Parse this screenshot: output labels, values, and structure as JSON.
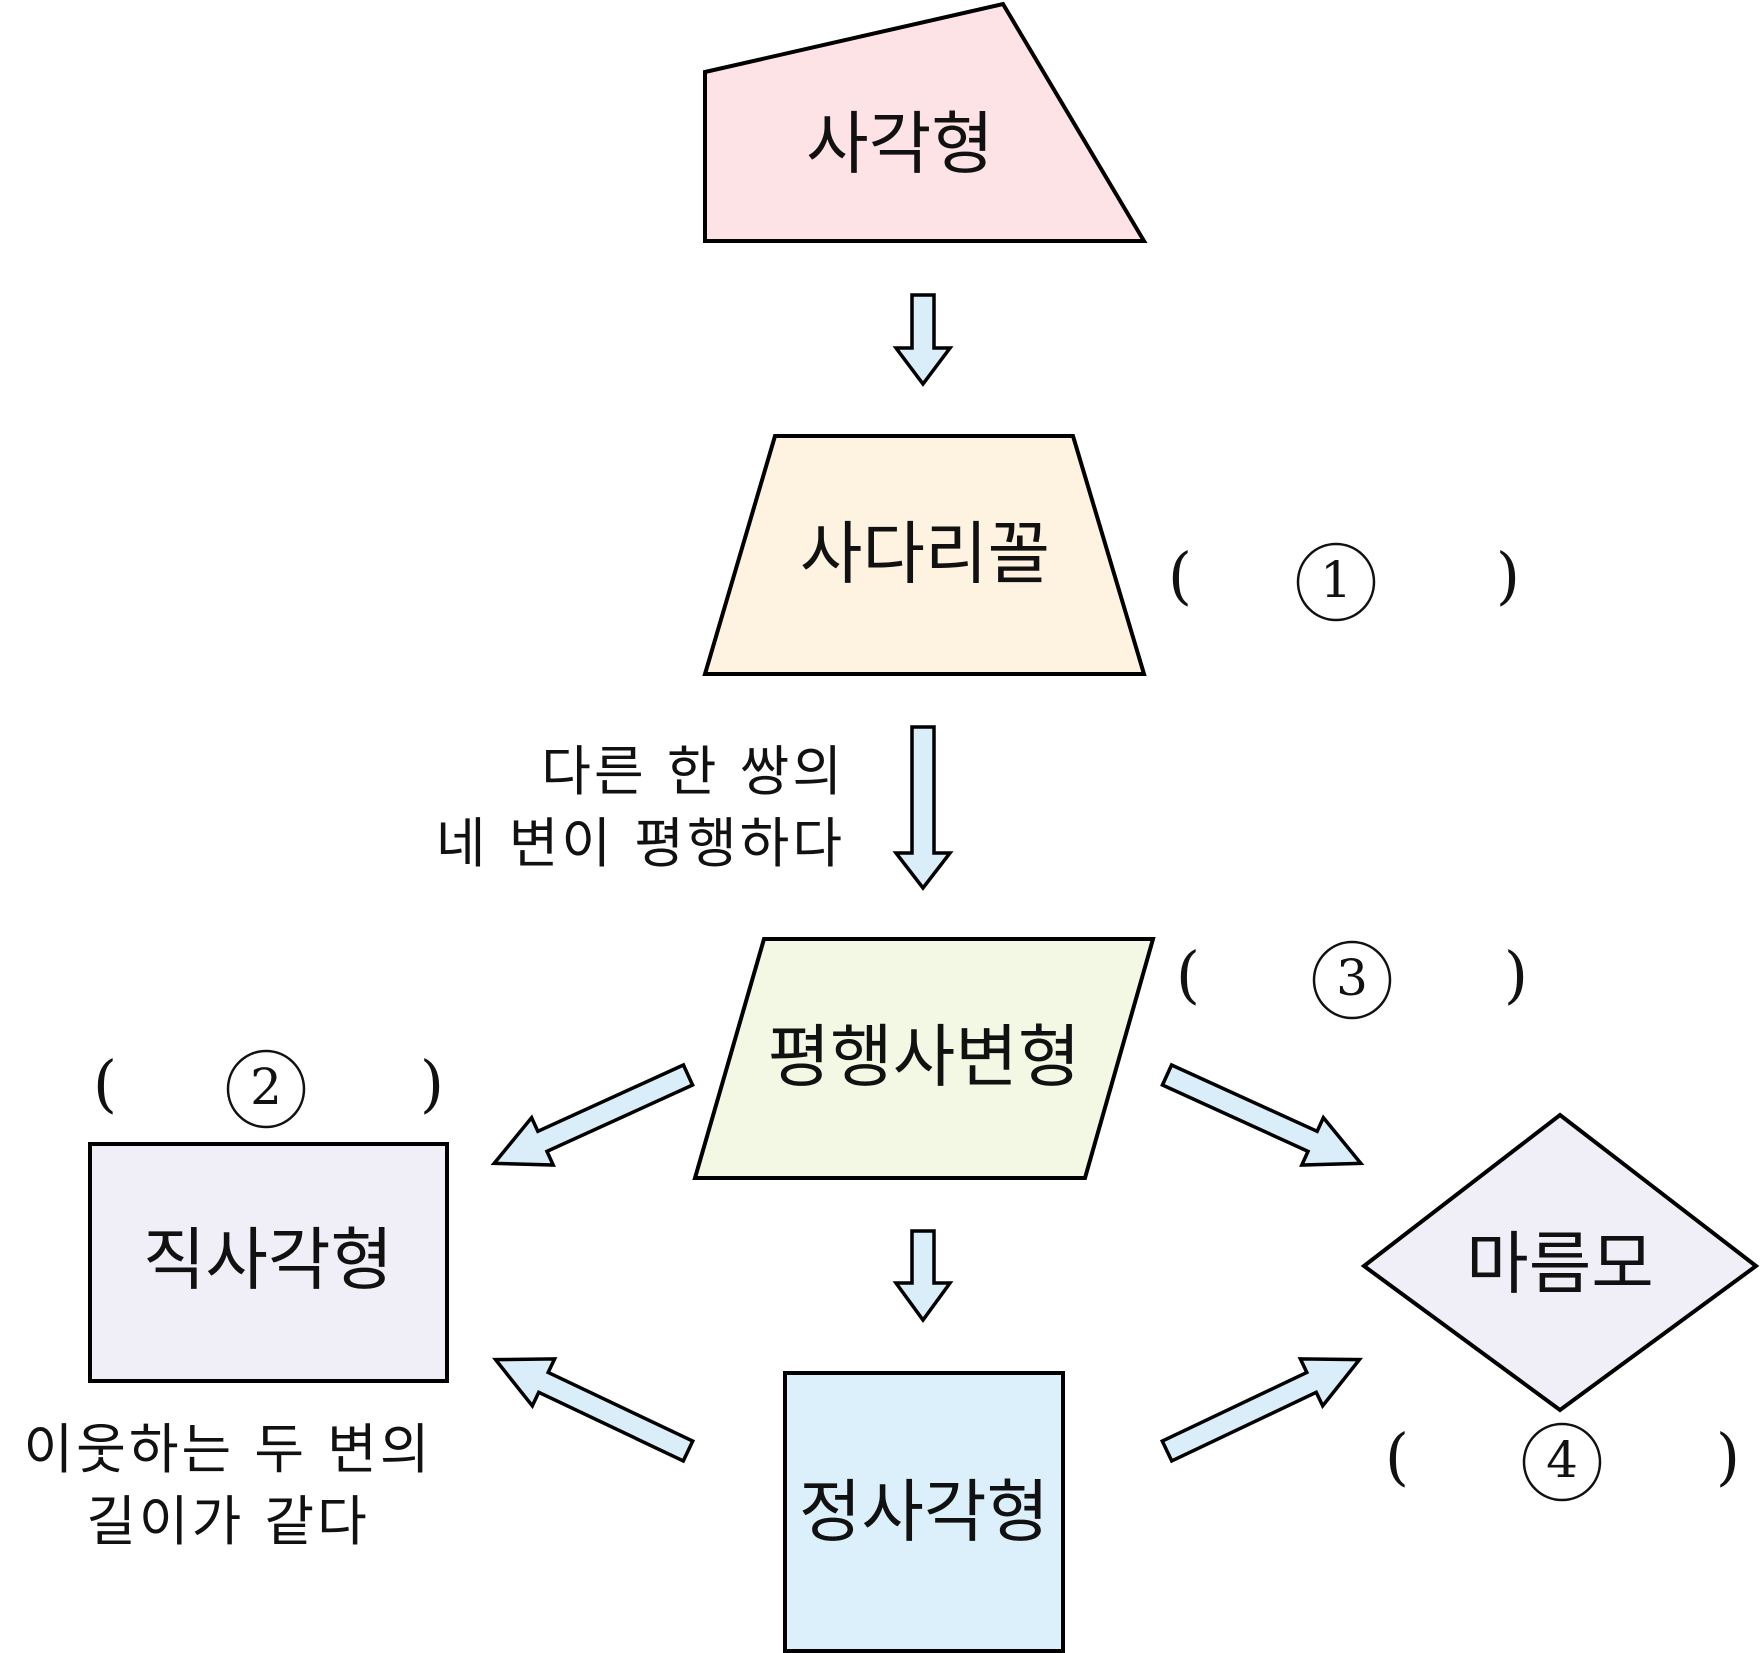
{
  "shapes": {
    "quadrilateral": {
      "label": "사각형",
      "fill": "#fde2e6"
    },
    "trapezoid": {
      "label": "사다리꼴",
      "fill": "#fef3e0"
    },
    "parallelogram": {
      "label": "평행사변형",
      "fill": "#f3f8e4"
    },
    "rectangle": {
      "label": "직사각형",
      "fill": "#f0eef6"
    },
    "rhombus": {
      "label": "마름모",
      "fill": "#f0eef6"
    },
    "square": {
      "label": "정사각형",
      "fill": "#dbf0fa"
    }
  },
  "conditions": {
    "trapezoid_to_parallelogram": {
      "line1": "다른 한 쌍의",
      "line2": "네 변이 평행하다"
    },
    "rectangle_to_square": {
      "line1": "이웃하는 두 변의",
      "line2": "길이가 같다"
    }
  },
  "blanks": [
    {
      "number": "1",
      "open": "(",
      "close": ")"
    },
    {
      "number": "2",
      "open": "(",
      "close": ")"
    },
    {
      "number": "3",
      "open": "(",
      "close": ")"
    },
    {
      "number": "4",
      "open": "(",
      "close": ")"
    }
  ],
  "colors": {
    "arrow_fill": "#d9eef9",
    "stroke": "#000000"
  }
}
